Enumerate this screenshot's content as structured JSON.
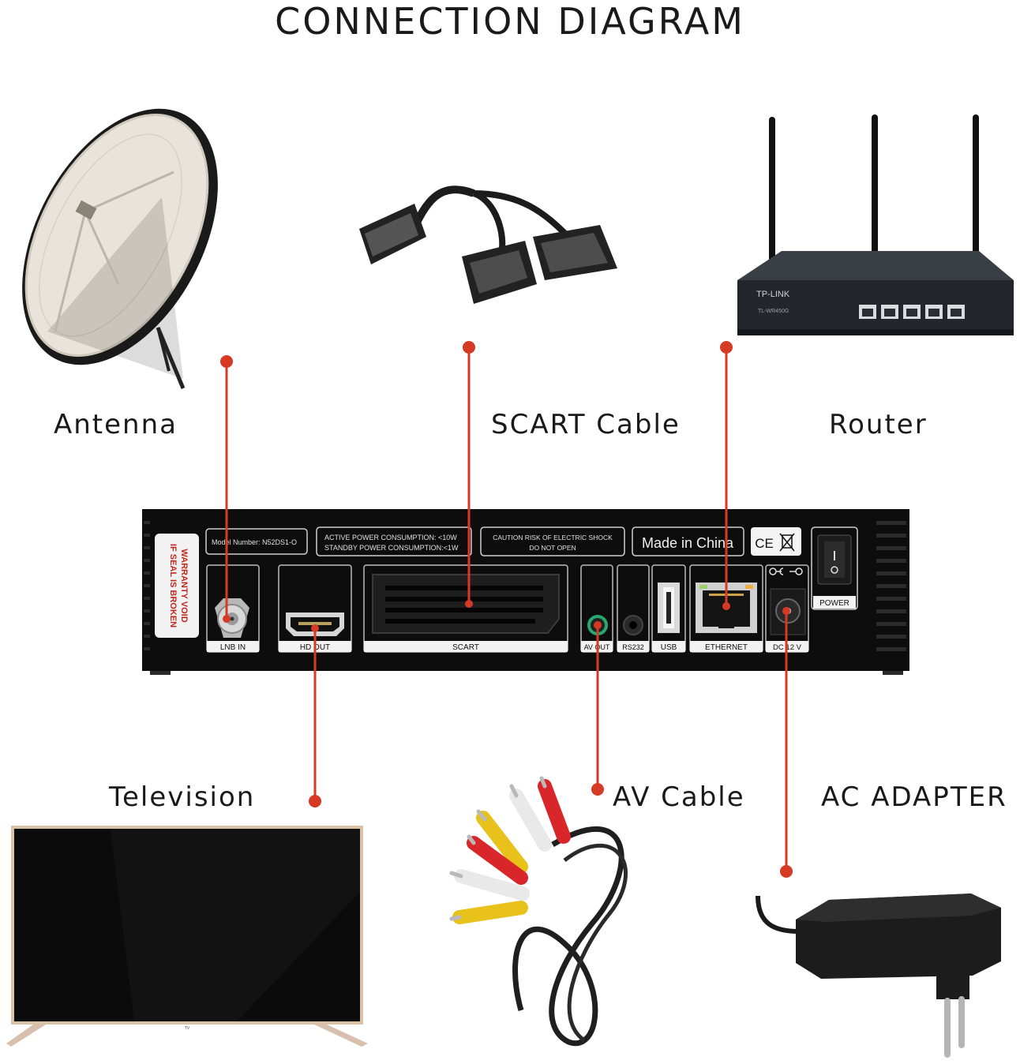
{
  "title": "CONNECTION DIAGRAM",
  "labels": {
    "antenna": "Antenna",
    "scart": "SCART Cable",
    "router": "Router",
    "television": "Television",
    "av": "AV Cable",
    "ac": "AC ADAPTER"
  },
  "receiver": {
    "warranty_line1": "WARRANTY VOID",
    "warranty_line2": "IF SEAL IS BROKEN",
    "model": "Model Number:  N52DS1-O",
    "power_active": "ACTIVE POWER CONSUMPTION: <10W",
    "power_standby": "STANDBY POWER CONSUMPTION:<1W",
    "caution1": "CAUTION RISK OF ELECTRIC SHOCK",
    "caution2": "DO NOT OPEN",
    "made_in": "Made in China",
    "ce": "CE",
    "ports": {
      "lnb": "LNB IN",
      "hd": "HD OUT",
      "scart": "SCART",
      "av": "AV OUT",
      "rs232": "RS232",
      "usb": "USB",
      "ethernet": "ETHERNET",
      "dc": "DC 12 V",
      "power": "POWER"
    }
  },
  "router": {
    "brand": "TP-LINK",
    "model": "TL-WR450G"
  },
  "colors": {
    "connector": "#d63a25",
    "body": "#111111"
  }
}
